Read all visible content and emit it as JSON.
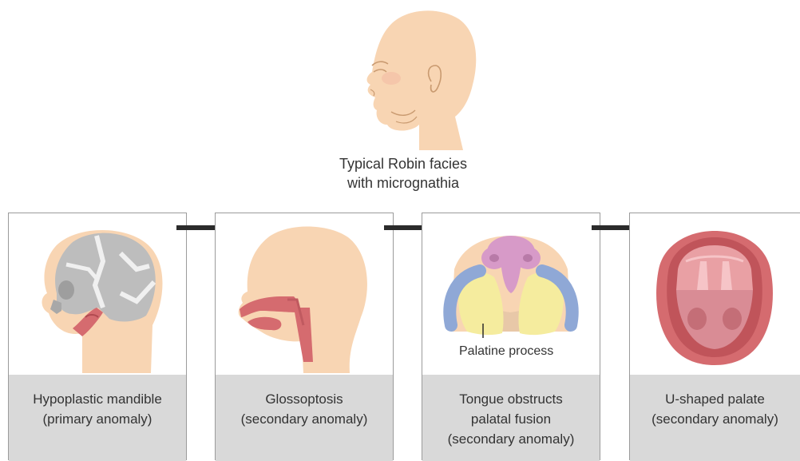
{
  "top": {
    "caption_line1": "Typical Robin facies",
    "caption_line2": "with micrognathia"
  },
  "panels": [
    {
      "label_line1": "Hypoplastic mandible",
      "label_line2": "(primary anomaly)",
      "label_line3": ""
    },
    {
      "label_line1": "Glossoptosis",
      "label_line2": "(secondary anomaly)",
      "label_line3": ""
    },
    {
      "label_line1": "Tongue obstructs",
      "label_line2": "palatal fusion",
      "label_line3": "(secondary anomaly)",
      "callout": "Palatine process"
    },
    {
      "label_line1": "U-shaped palate",
      "label_line2": "(secondary anomaly)",
      "label_line3": ""
    }
  ],
  "colors": {
    "skin": "#f8d5b3",
    "skin_line": "#c99a70",
    "skull": "#bdbdbd",
    "tissue_red": "#d56b6f",
    "palate_pink": "#d98c95",
    "process_yellow": "#f5ec9e",
    "process_blue": "#8fa8d6",
    "tongue_purple": "#d79ac8",
    "label_bg": "#d9d9d9",
    "arrow": "#2b2b2b"
  },
  "icons": [
    "infant-face-icon",
    "skull-icon",
    "head-section-icon",
    "palate-development-icon",
    "open-mouth-icon",
    "arrow-right-icon"
  ]
}
